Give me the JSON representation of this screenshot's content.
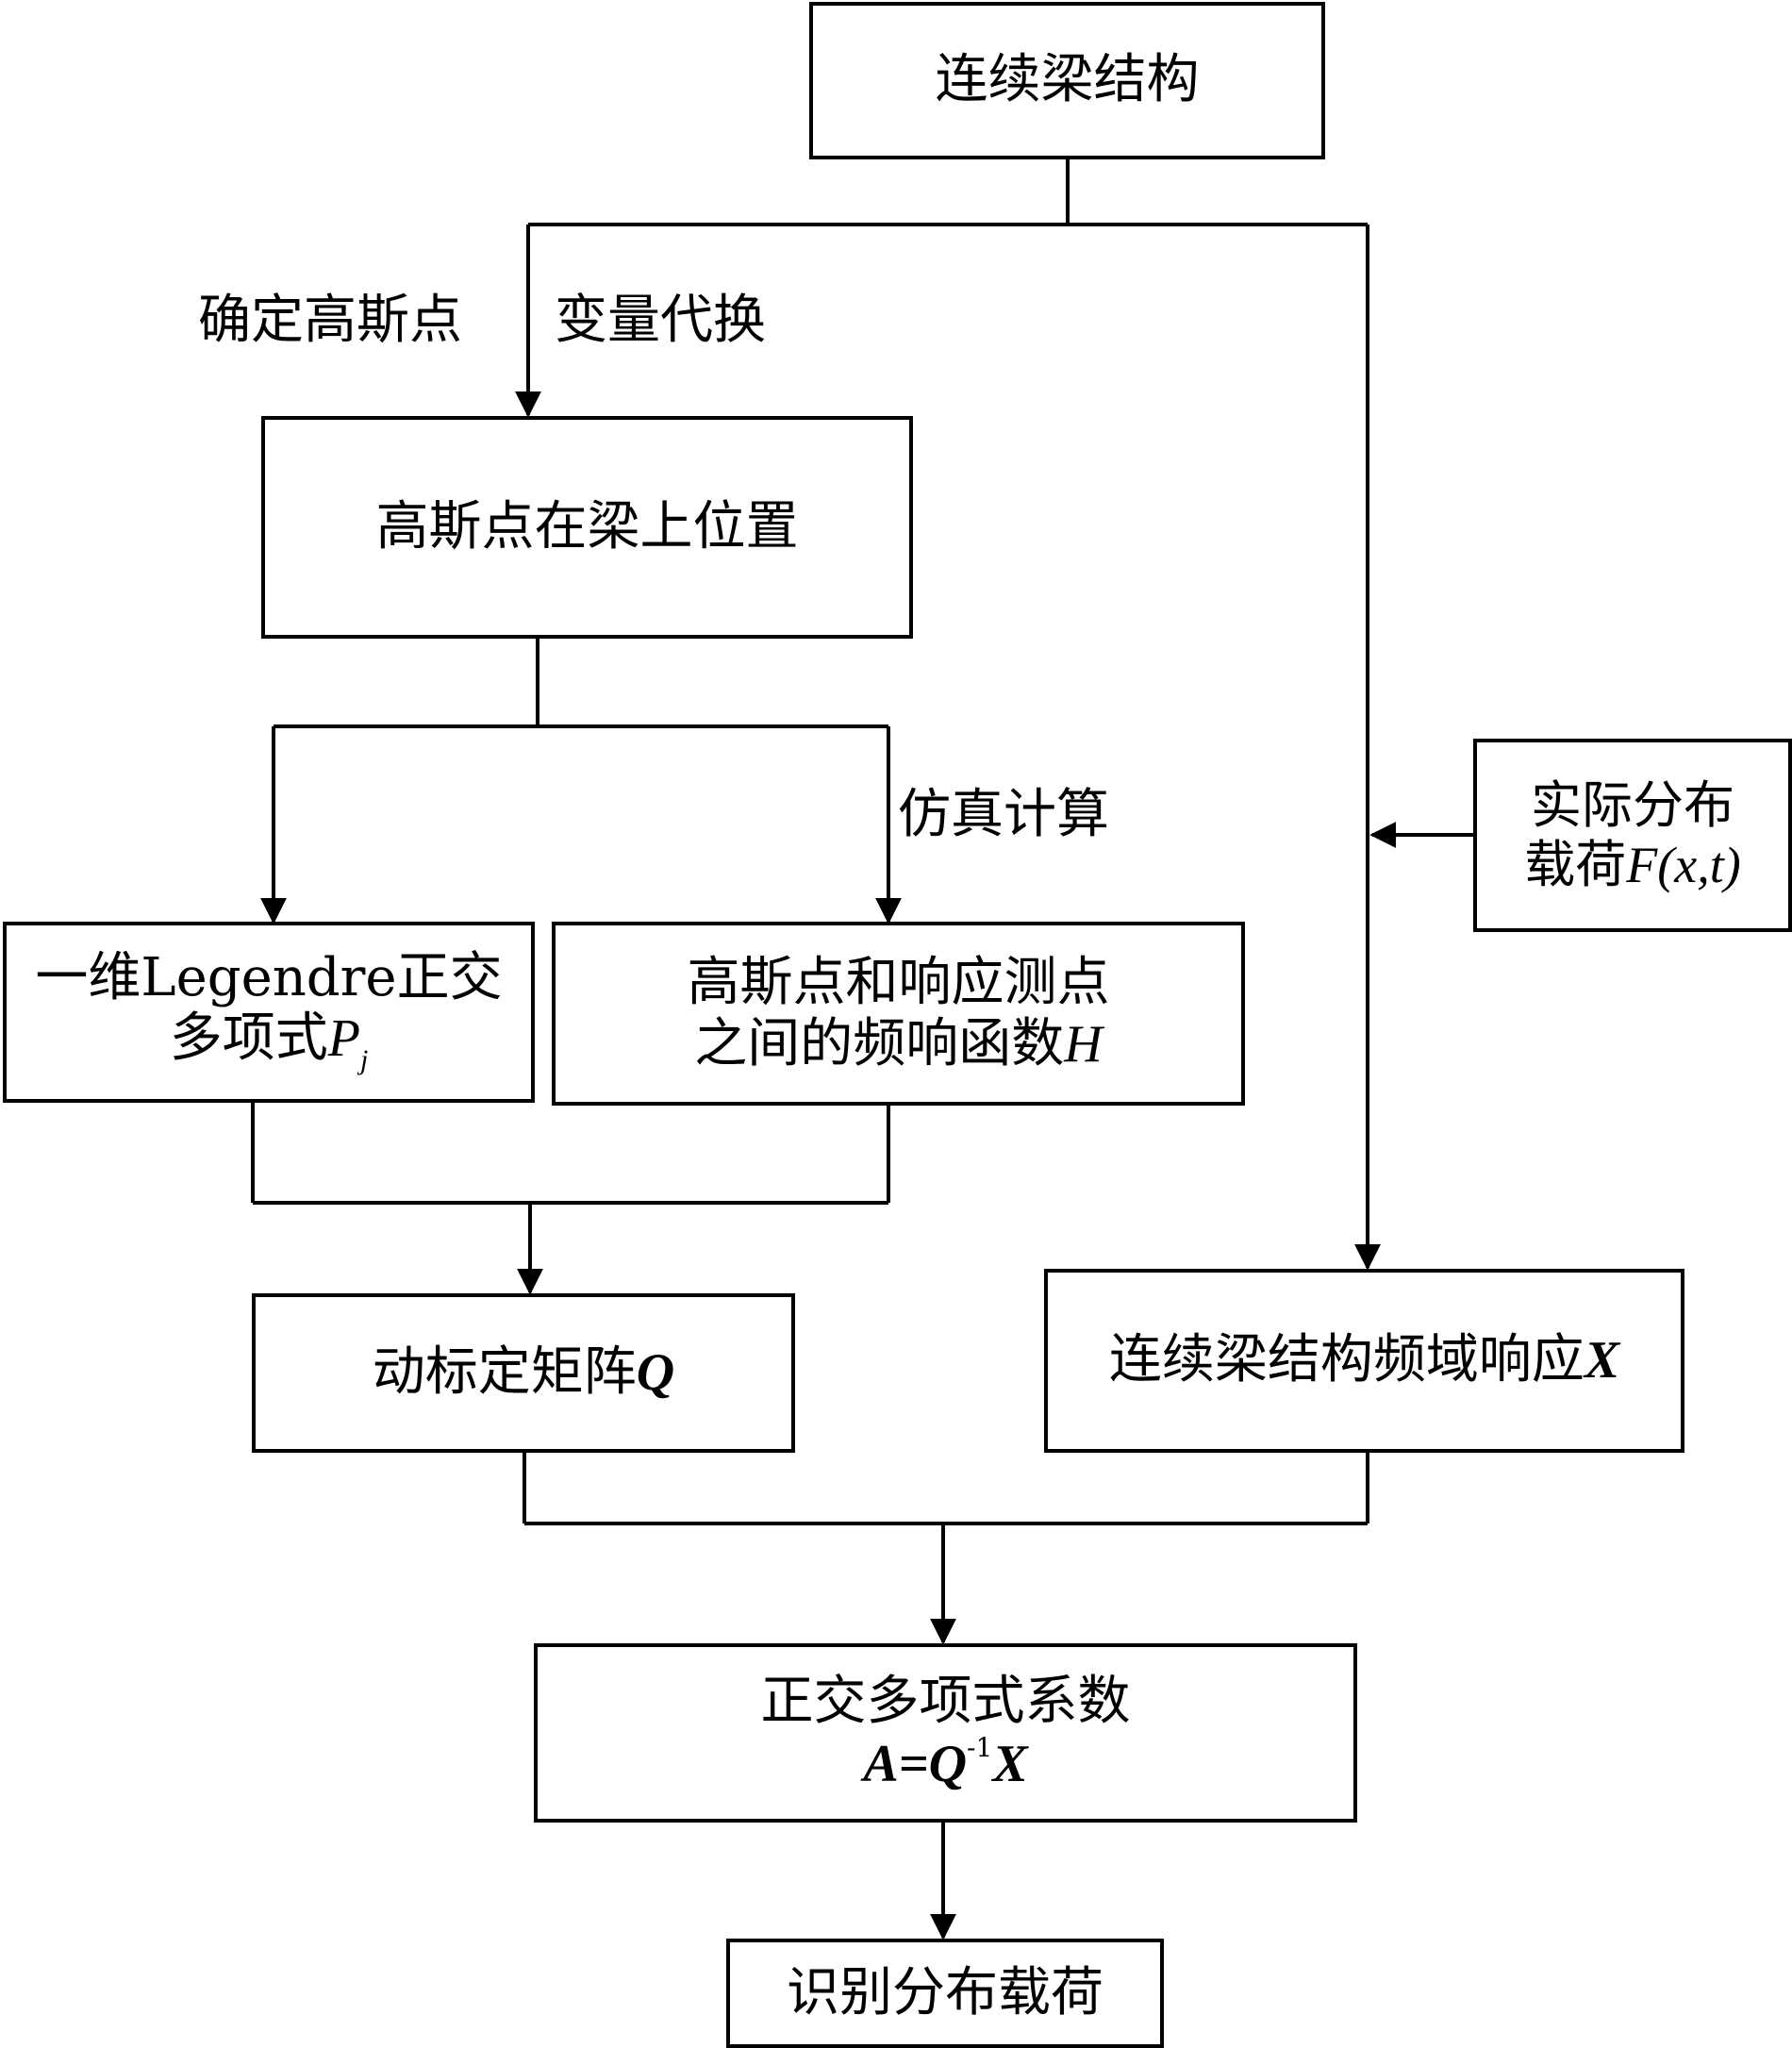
{
  "nodes": {
    "continuous_beam": "连续梁结构",
    "gauss_position": "高斯点在梁上位置",
    "legendre_line1": "一维Legendre正交",
    "legendre_line2_prefix": "多项式",
    "legendre_symbol": "P",
    "legendre_subscript": "j",
    "frf_line1": "高斯点和响应测点",
    "frf_line2_prefix": "之间的频响函数",
    "frf_symbol": "H",
    "actual_load_line1": "实际分布",
    "actual_load_line2_prefix": "载荷",
    "actual_load_symbol": "F",
    "actual_load_args": "(x,t)",
    "calib_matrix_prefix": "动标定矩阵",
    "calib_matrix_symbol": "Q",
    "freq_response_prefix": "连续梁结构频域响应",
    "freq_response_symbol": "X",
    "coeff_line1": "正交多项式系数",
    "coeff_formula_a": "A",
    "coeff_formula_eq": "=",
    "coeff_formula_q": "Q",
    "coeff_formula_exp": "-1",
    "coeff_formula_x": "X",
    "identify_load": "识别分布载荷"
  },
  "edge_labels": {
    "gauss_points": "确定高斯点",
    "variable_sub": "变量代换",
    "simulation": "仿真计算"
  }
}
